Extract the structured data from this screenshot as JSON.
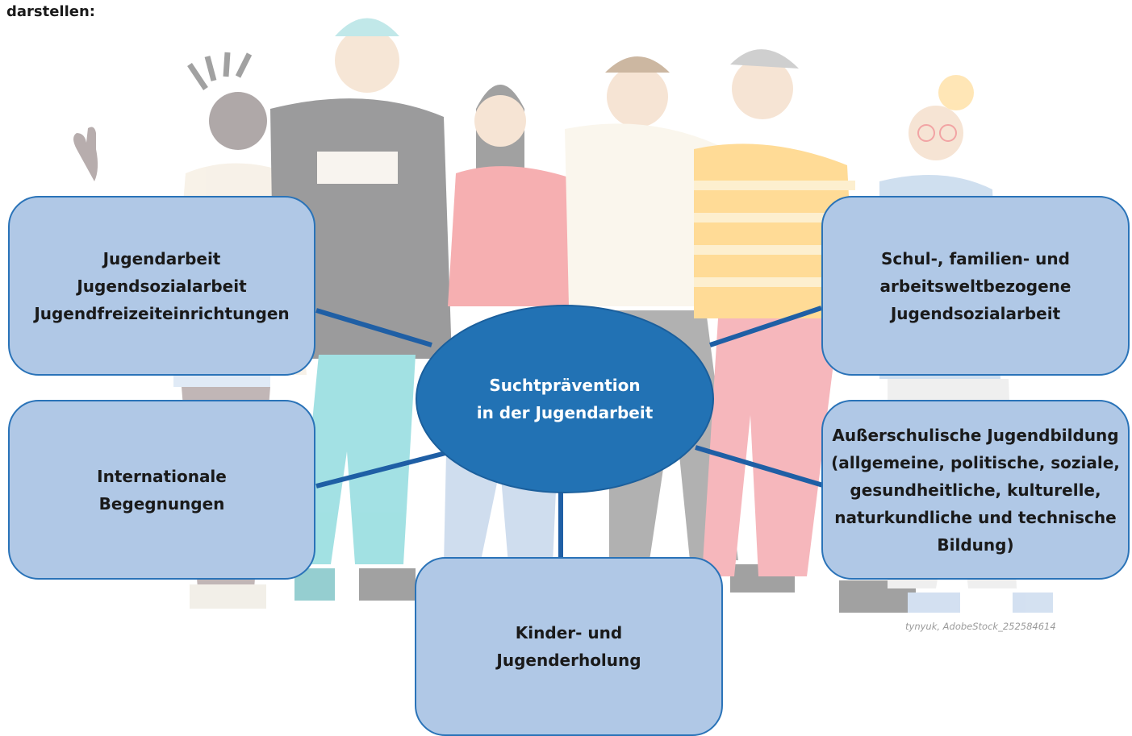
{
  "intro_text": "darstellen:",
  "center": {
    "lines": [
      "Suchtprävention",
      "in der Jugendarbeit"
    ]
  },
  "boxes": {
    "top_left": [
      "Jugendarbeit",
      "Jugendsozialarbeit",
      "Jugendfreizeiteinrichtungen"
    ],
    "mid_left": [
      "Internationale",
      "Begegnungen"
    ],
    "bottom": [
      "Kinder- und",
      "Jugenderholung"
    ],
    "top_right": [
      "Schul-, familien- und",
      "arbeitsweltbezogene",
      "Jugendsozialarbeit"
    ],
    "mid_right": [
      "Außerschulische Jugendbildung",
      "(allgemeine, politische, soziale,",
      "gesundheitliche, kulturelle,",
      "naturkundliche und technische",
      "Bildung)"
    ]
  },
  "credit": "tynyuk, AdobeStock_252584614",
  "colors": {
    "box_fill": "#b0c8e6",
    "box_border": "#2a73b8",
    "center_fill": "#2272b4",
    "connector": "#1f5fa5"
  }
}
